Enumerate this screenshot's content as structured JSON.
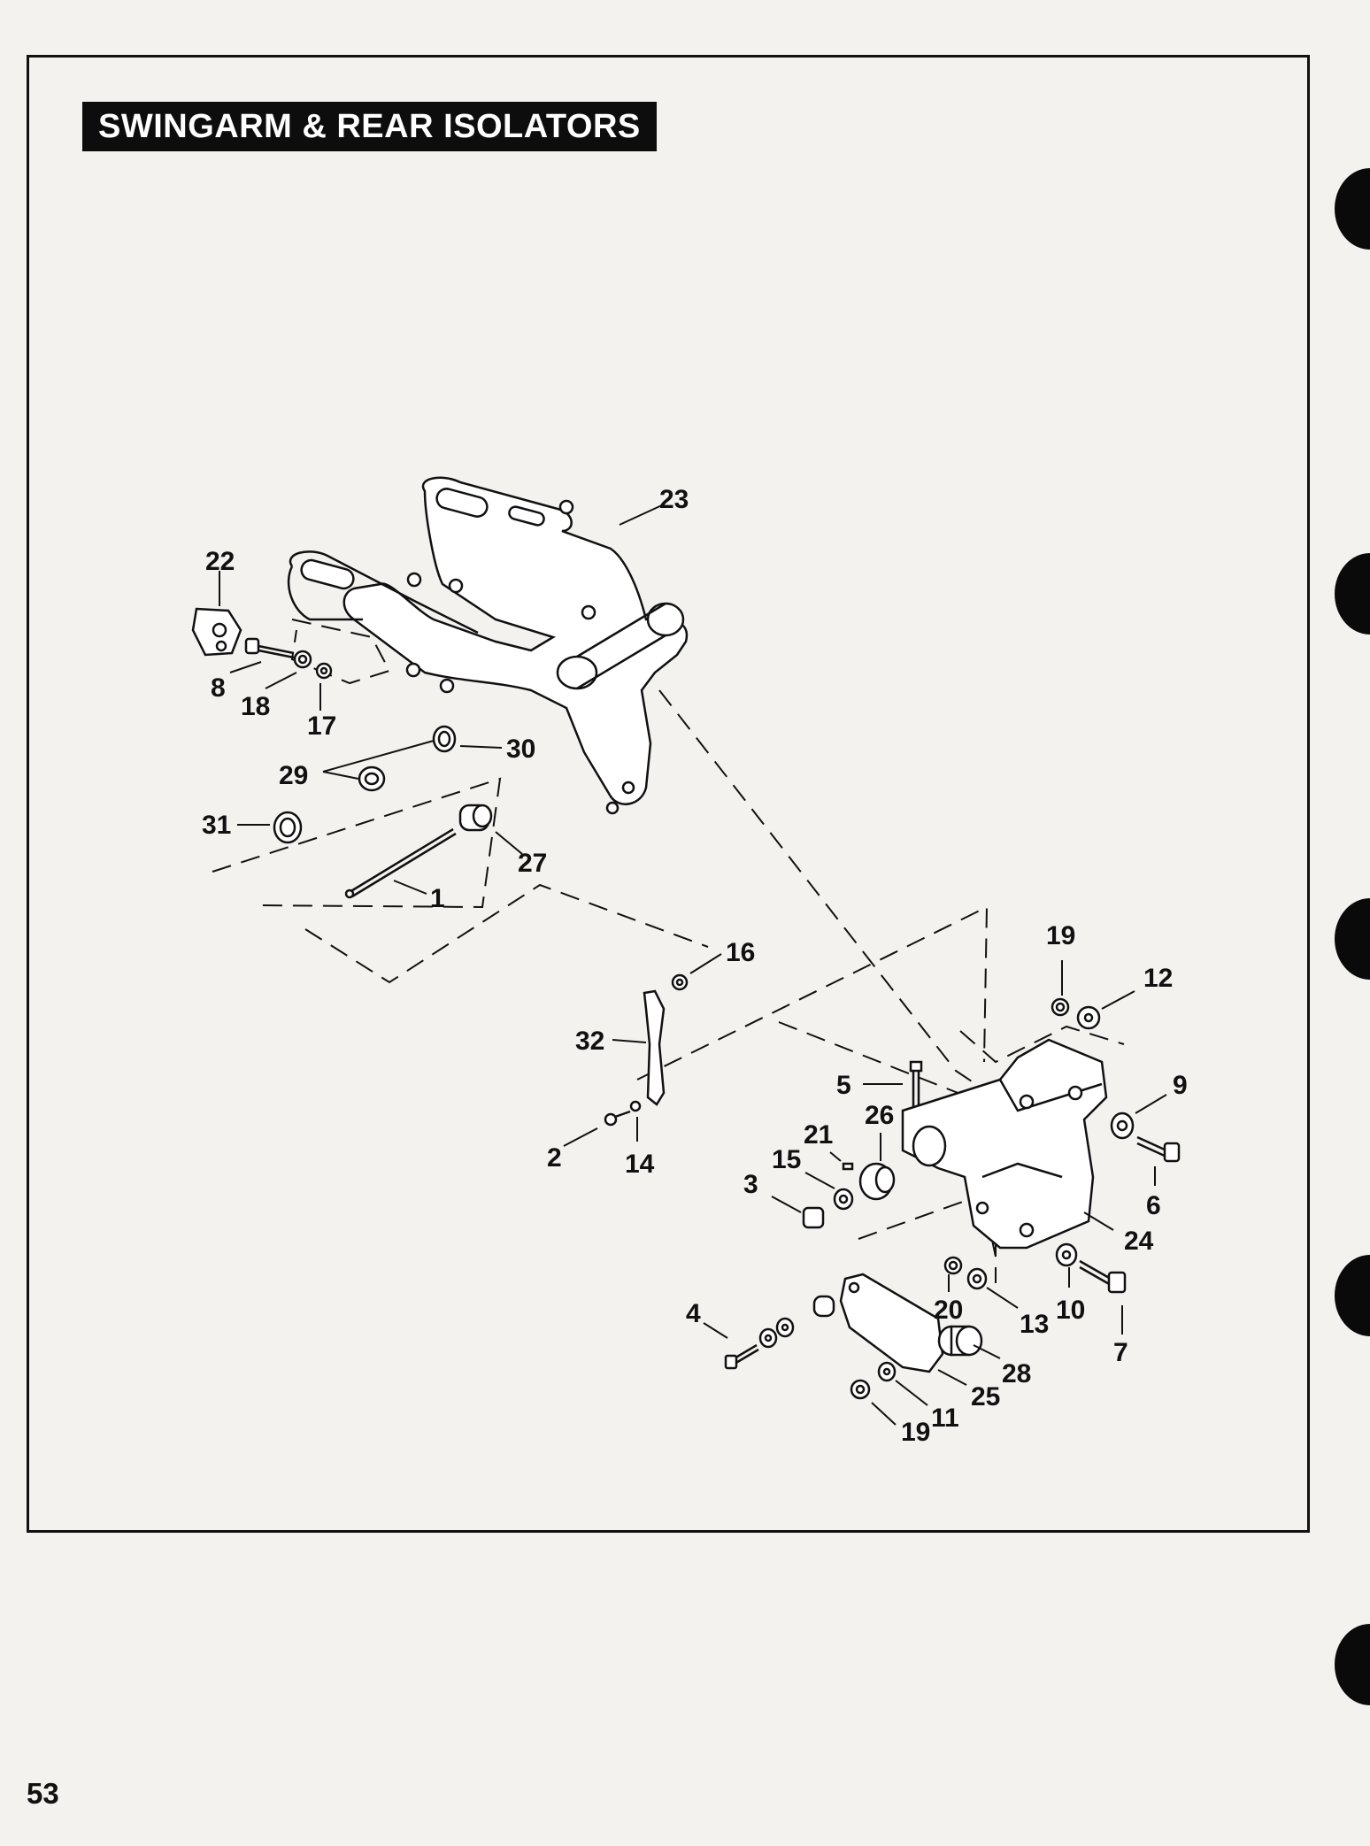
{
  "title": "SWINGARM & REAR ISOLATORS",
  "page_number": "53",
  "callouts": [
    "23",
    "22",
    "8",
    "18",
    "17",
    "30",
    "29",
    "31",
    "27",
    "1",
    "16",
    "19",
    "12",
    "32",
    "5",
    "9",
    "26",
    "21",
    "15",
    "3",
    "2",
    "14",
    "6",
    "24",
    "20",
    "10",
    "13",
    "7",
    "4",
    "28",
    "25",
    "11",
    "19"
  ]
}
